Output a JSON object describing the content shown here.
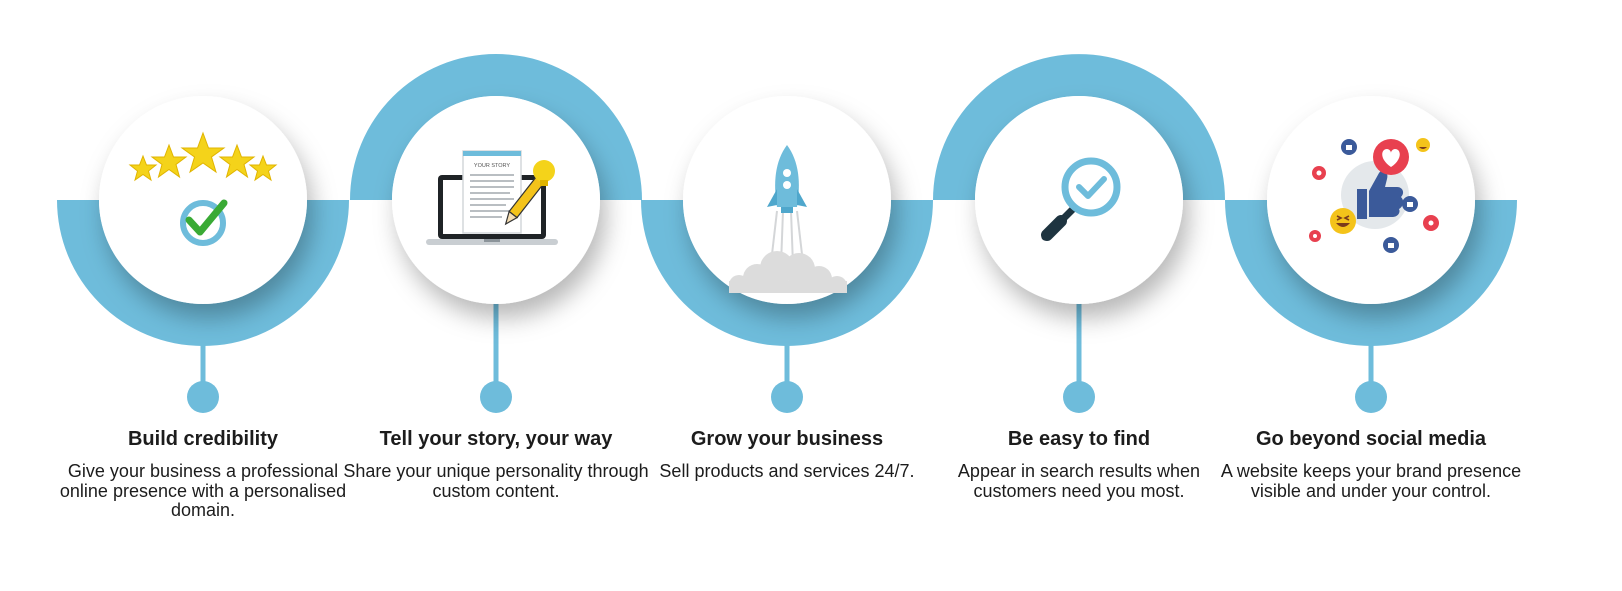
{
  "colors": {
    "accent": "#6ebcdb",
    "icon_dark": "#1e3440",
    "star": "#f4d31a",
    "check": "#3aaa35",
    "heart": "#e8404f",
    "like": "#3b5a9a"
  },
  "steps": [
    {
      "icon": "stars-check-icon",
      "title": "Build  credibility",
      "description": "Give your business a professional online presence with a personalised domain."
    },
    {
      "icon": "laptop-story-icon",
      "title": "Tell your story, your way",
      "description": "Share your unique personality through custom content.",
      "icon_label": "YOUR STORY"
    },
    {
      "icon": "rocket-icon",
      "title": "Grow your business",
      "description": "Sell products and services 24/7."
    },
    {
      "icon": "magnifier-check-icon",
      "title": "Be easy to find",
      "description": "Appear in search results when customers need you most."
    },
    {
      "icon": "social-reactions-icon",
      "title": "Go beyond social media",
      "description": "A website keeps your brand presence visible and under your control."
    }
  ]
}
